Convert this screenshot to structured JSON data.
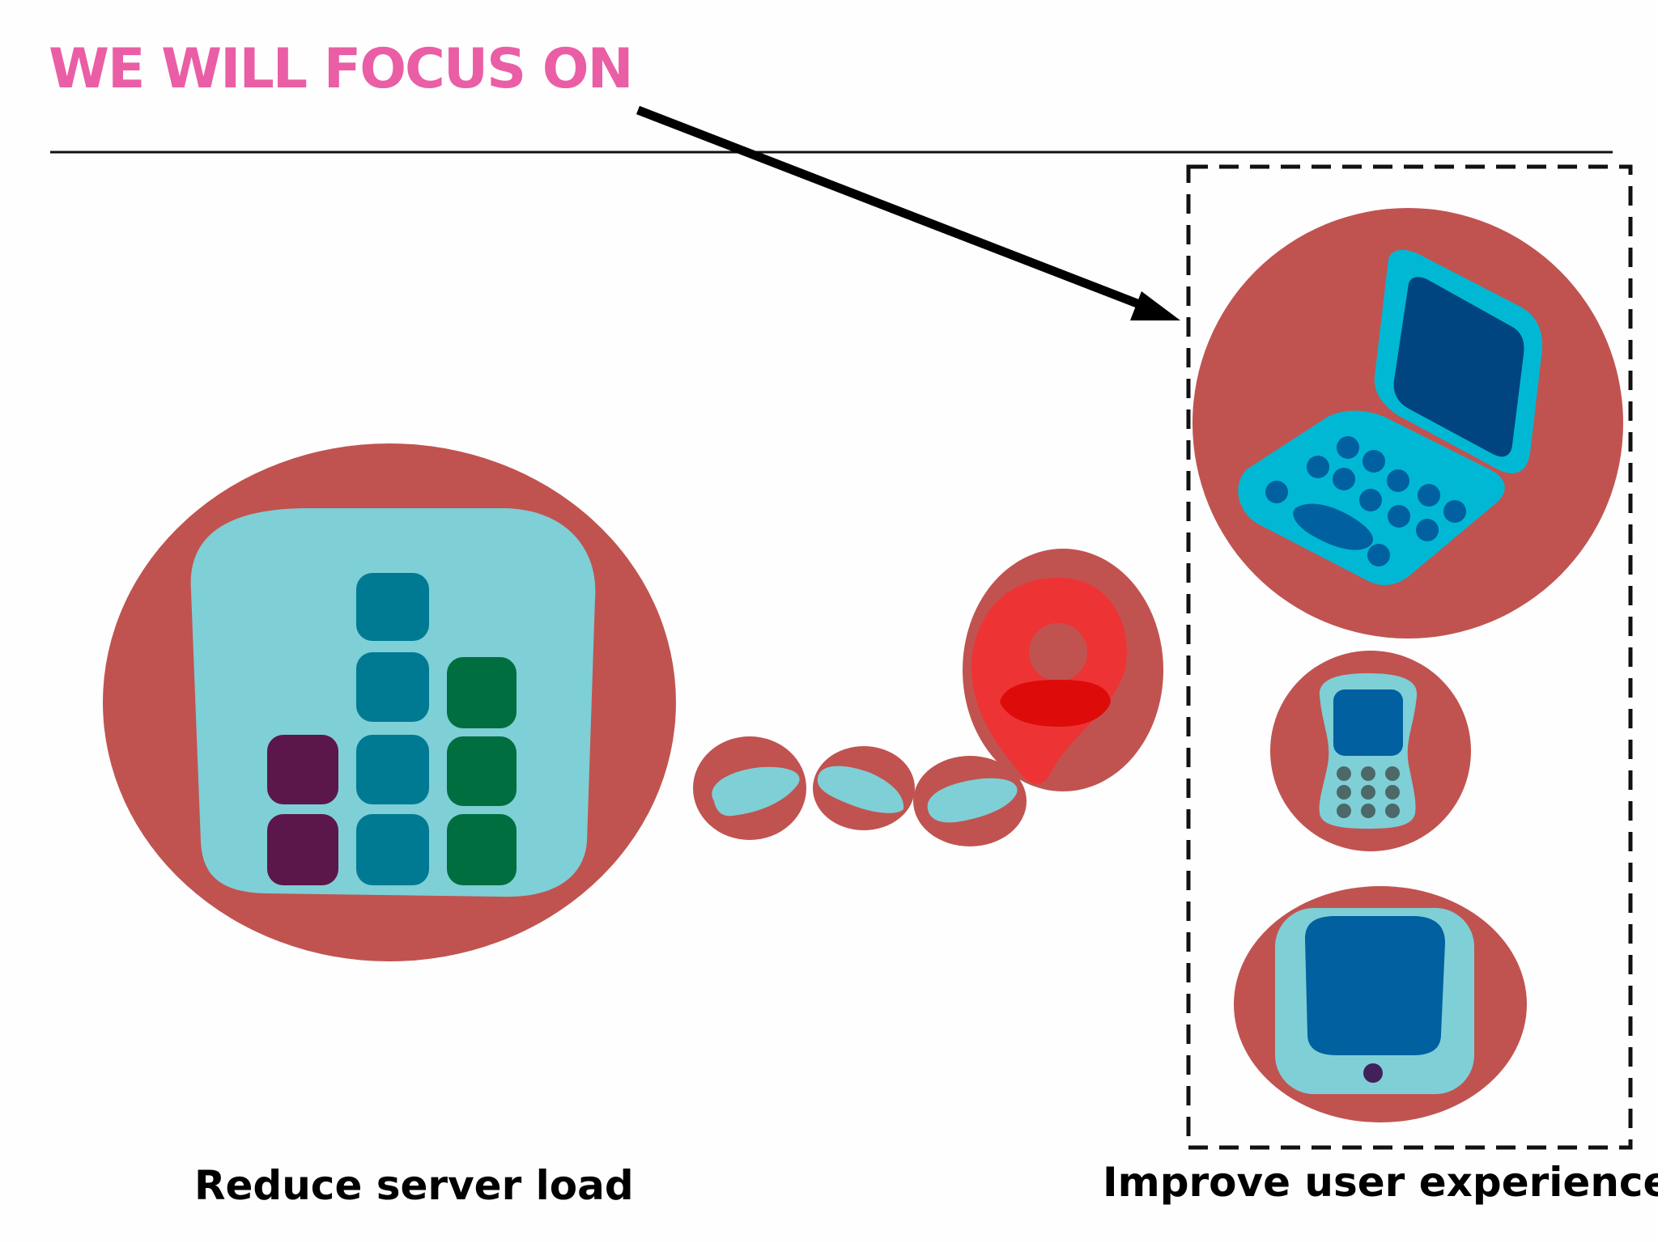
{
  "heading": "WE WILL FOCUS ON",
  "labels": {
    "left": "Reduce server load",
    "right": "Improve user experience"
  },
  "colors": {
    "heading": "#ea5ea5",
    "circle": "#c05350",
    "light_cyan": "#7fcfd6",
    "teal": "#007a93",
    "green": "#016e3f",
    "purple": "#5b1749",
    "pin_red": "#ee3334",
    "pin_dark": "#de0b0b",
    "laptop": "#00b8d4",
    "screen_blue": "#00457f",
    "device_blue": "#0060a0",
    "keypad_gray": "#4d6868"
  },
  "icons": [
    "server-grid-icon",
    "packet-icon",
    "location-pin-icon",
    "laptop-icon",
    "phone-icon",
    "tablet-icon",
    "arrow-icon"
  ]
}
